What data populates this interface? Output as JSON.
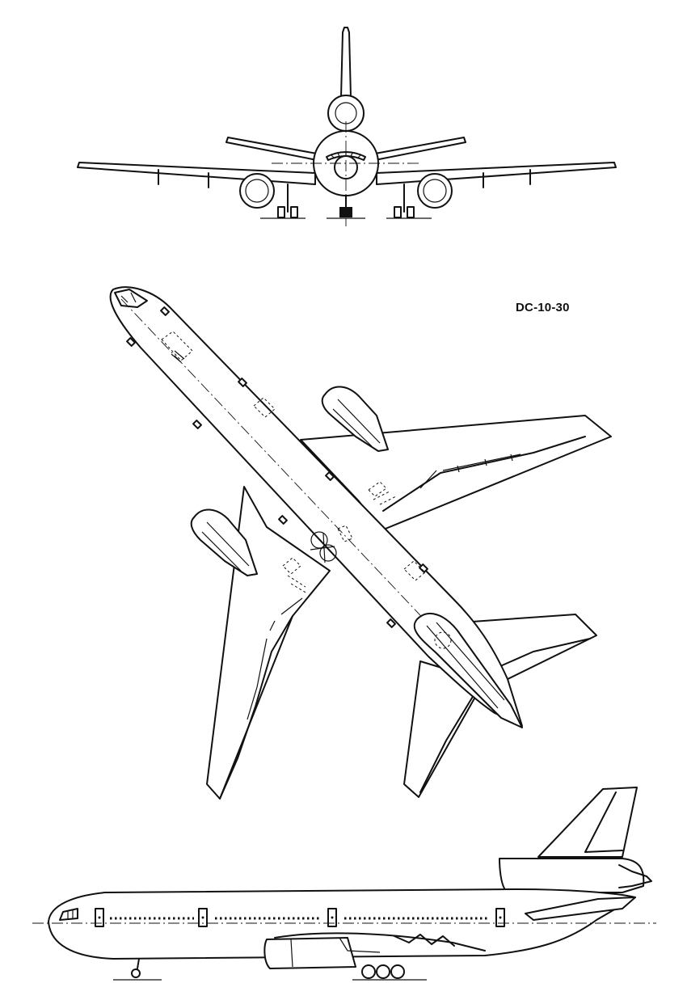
{
  "diagram": {
    "model_label": "DC-10-30",
    "views": [
      "front-view",
      "plan-view",
      "side-view"
    ],
    "line_color": "#111111",
    "background_color": "#ffffff"
  }
}
